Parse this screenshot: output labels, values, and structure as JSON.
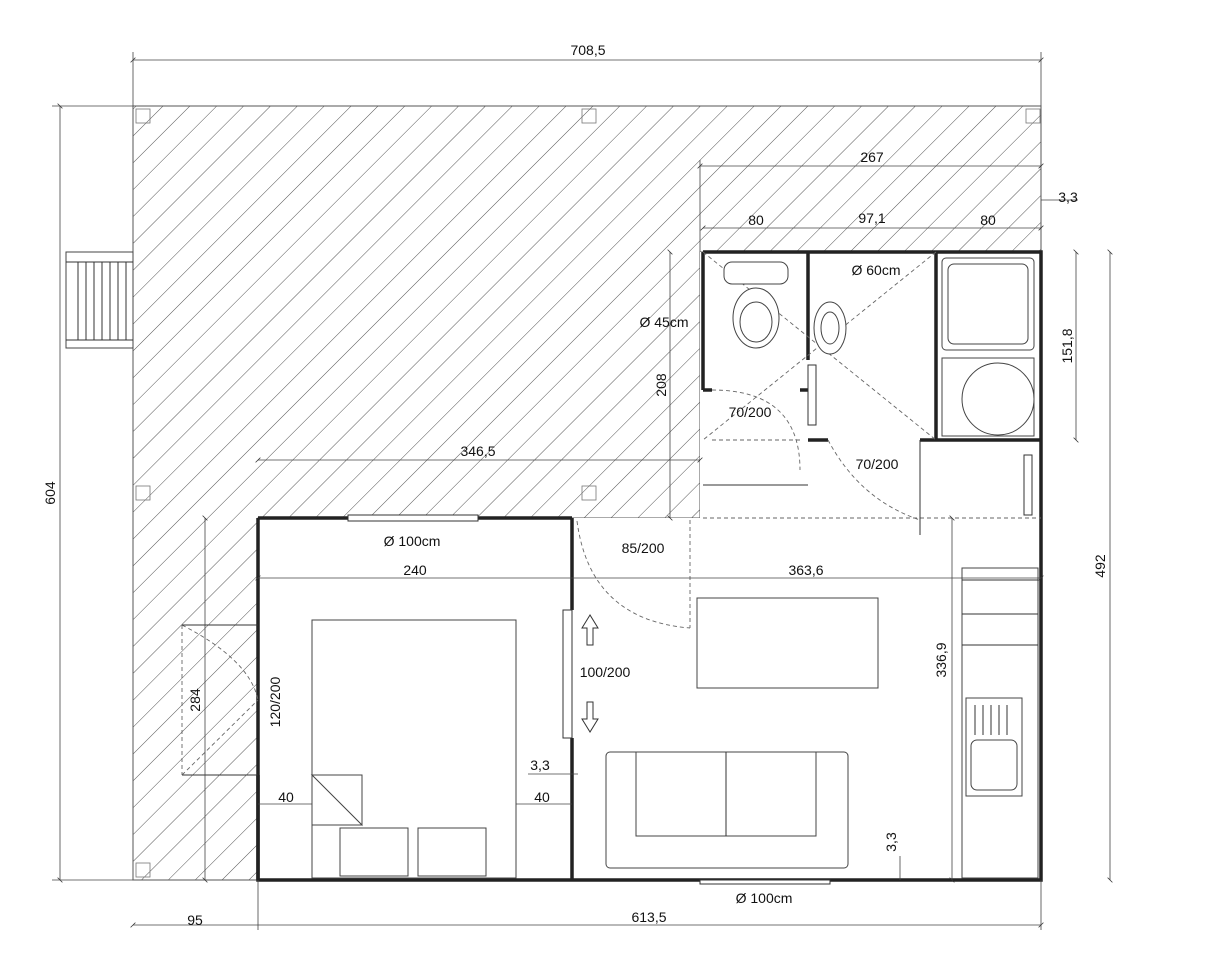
{
  "dimensions": {
    "overall_width": "708,5",
    "overall_height": "604",
    "bathroom_block_width": "267",
    "wc_width": "80",
    "washroom_width": "97,1",
    "shower_width": "80",
    "small_offset_top": "3,3",
    "bathroom_height": "151,8",
    "bath_zone_height": "208",
    "terrace_left_width": "346,5",
    "bedroom_width": "240",
    "living_width": "363,6",
    "living_height": "336,9",
    "right_total_height": "492",
    "bedroom_height": "284",
    "wall_thickness_a": "3,3",
    "wall_thickness_b": "3,3",
    "bed_clearance_left": "40",
    "bed_clearance_right": "40",
    "terrace_bottom_width": "95",
    "house_bottom_width": "613,5"
  },
  "labels": {
    "window_bedroom": "Ø 100cm",
    "window_living_bottom": "Ø 100cm",
    "window_wc": "Ø 45cm",
    "window_wash": "Ø 60cm",
    "door_wc": "70/200",
    "door_bath": "70/200",
    "door_entry": "85/200",
    "door_bedroom_sliding": "100/200",
    "door_terrace_bedroom": "120/200"
  }
}
